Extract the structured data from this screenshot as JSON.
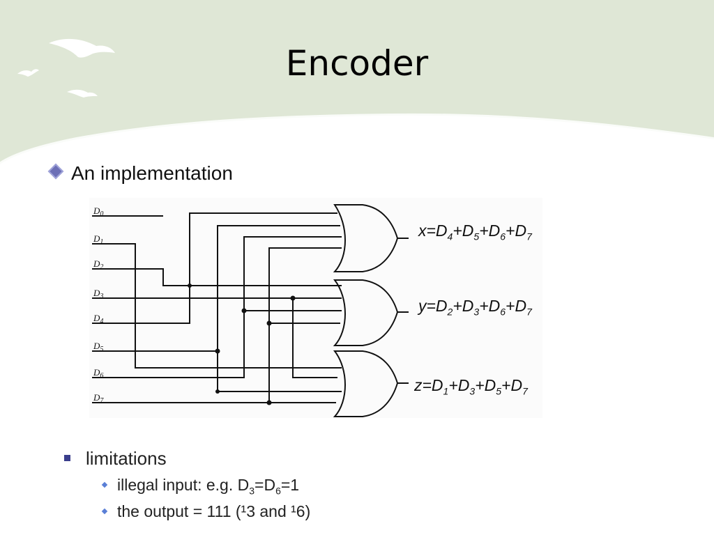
{
  "slide": {
    "title": "Encoder",
    "bullet": "An implementation",
    "limitations": {
      "heading": "limitations",
      "item1": {
        "pre": "illegal input: e.g. D",
        "s1": "3",
        "mid": "=D",
        "s2": "6",
        "post": "=1"
      },
      "item2": "the output = 111 (¹3 and ¹6)"
    }
  },
  "diagram": {
    "inputs": [
      "D",
      "D",
      "D",
      "D",
      "D",
      "D",
      "D",
      "D"
    ],
    "input_subs": [
      "0",
      "1",
      "2",
      "3",
      "4",
      "5",
      "6",
      "7"
    ],
    "outputs": [
      {
        "name": "x",
        "eq": "=D",
        "terms": [
          "4",
          "5",
          "6",
          "7"
        ]
      },
      {
        "name": "y",
        "eq": "=D",
        "terms": [
          "2",
          "3",
          "6",
          "7"
        ]
      },
      {
        "name": "z",
        "eq": "=D",
        "terms": [
          "1",
          "3",
          "5",
          "7"
        ]
      }
    ],
    "plus": "+D"
  },
  "colors": {
    "header": "#dfe7d6",
    "bullet": "#6c6fb6",
    "sub_bullet": "#5a7fd6",
    "square": "#3a3e8c"
  }
}
